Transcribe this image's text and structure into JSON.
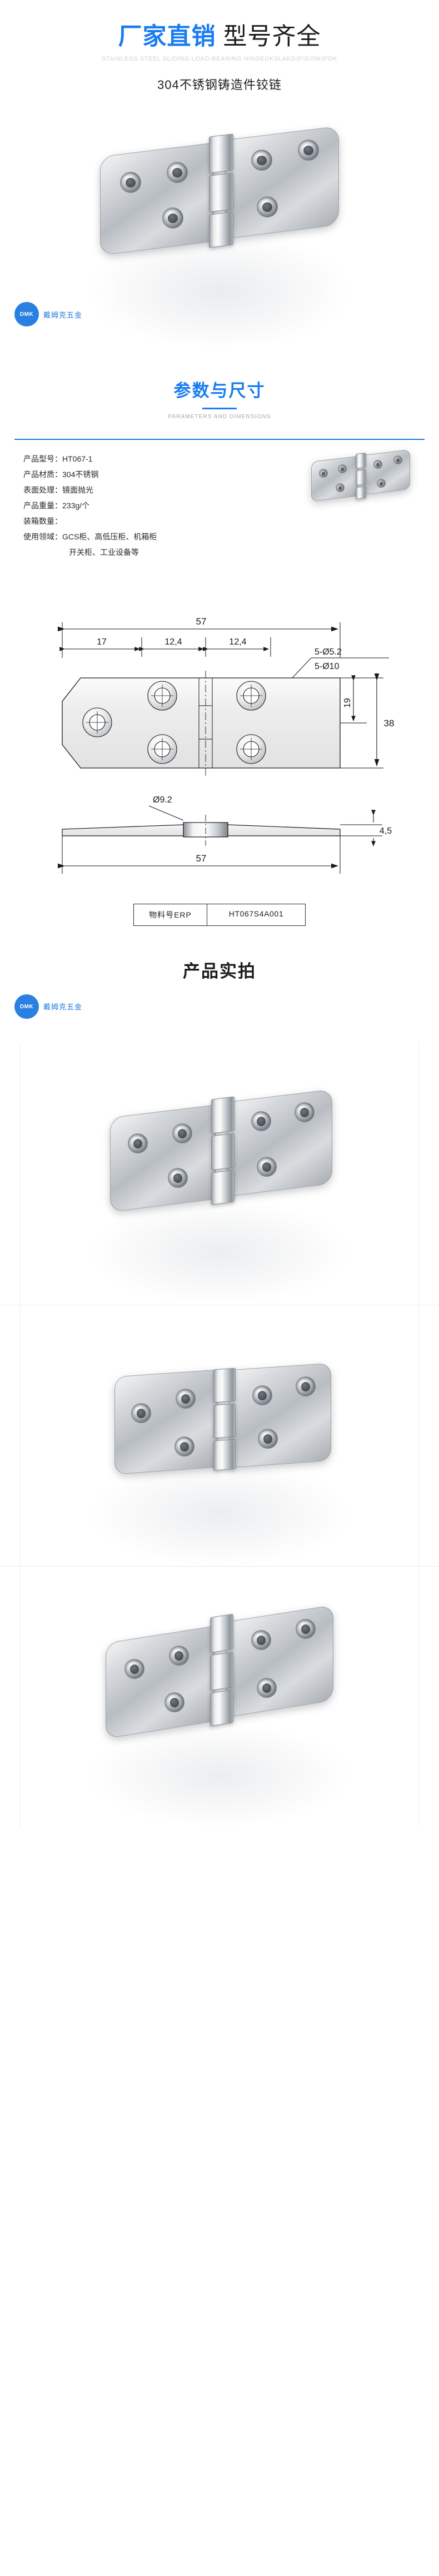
{
  "hero": {
    "title_blue": "厂家直销",
    "title_dark": "型号齐全",
    "subtitle_en": "STAINLESS STEEL SLIDING LOAD-BEARING HINGEDKSLAKDJFIEOWJFDK",
    "product_name": "304不锈钢铸造件铰链"
  },
  "brand": {
    "mark": "DMK",
    "text": "戴姆克五金"
  },
  "params_section": {
    "heading_zh": "参数与尺寸",
    "heading_en": "PARAMETERS AND DIMENSIONS"
  },
  "specs": {
    "rows": [
      {
        "key": "产品型号：",
        "value": "HT067-1"
      },
      {
        "key": "产品材质：",
        "value": "304不锈钢"
      },
      {
        "key": "表面处理：",
        "value": "镜面抛光"
      },
      {
        "key": "产品重量：",
        "value": "233g/个"
      },
      {
        "key": "装箱数量：",
        "value": ""
      }
    ],
    "usage_key": "使用领域：",
    "usage_line1": "GCS柜、高低压柜、机箱柜",
    "usage_line2": "开关柜、工业设备等"
  },
  "drawing": {
    "dim_total_top": "57",
    "dim_17": "17",
    "dim_124_a": "12,4",
    "dim_124_b": "12,4",
    "dim_38": "38",
    "dim_19": "19",
    "dim_45": "4,5",
    "dim_total_bottom": "57",
    "callout_hole_small": "5-Ø5.2",
    "callout_hole_large": "5-Ø10",
    "callout_pin": "Ø9.2"
  },
  "erp": {
    "label": "物料号ERP",
    "value": "HT067S4A001"
  },
  "gallery_section": {
    "heading_zh": "产品实拍",
    "heading_en": ""
  },
  "colors": {
    "accent": "#1a7cf0",
    "title_dark": "#1c1c1c",
    "subtitle_grey": "#d2d2d2",
    "metal_light": "#f2f3f4",
    "metal_mid": "#b8bdc2",
    "metal_dark": "#8e949b"
  }
}
